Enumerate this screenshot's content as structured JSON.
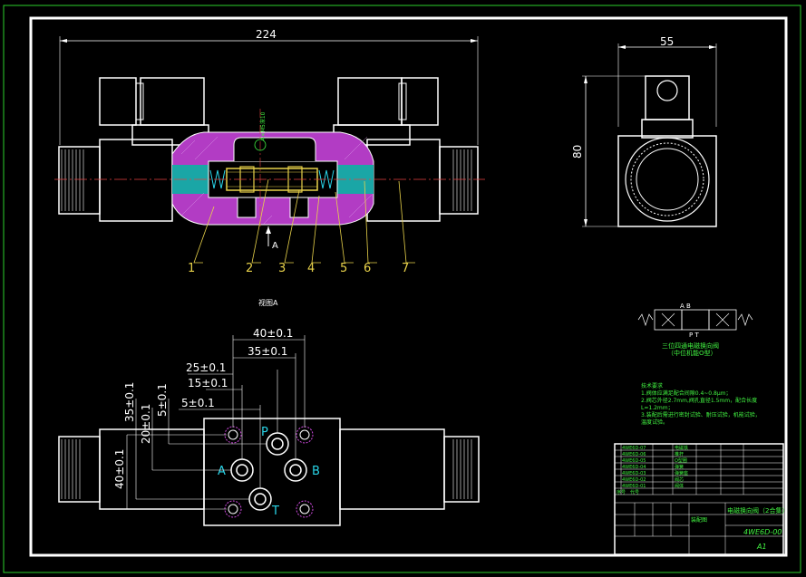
{
  "dimensions": {
    "overall_length": "224",
    "side_width": "55",
    "side_height": "80",
    "d40": "40±0.1",
    "d35": "35±0.1",
    "d25": "25±0.1",
    "d15": "15±0.1",
    "d5": "5±0.1",
    "v35": "35±0.1",
    "v20": "20±0.1",
    "v5": "5±0.1",
    "v40": "40±0.1"
  },
  "callouts": [
    "1",
    "2",
    "3",
    "4",
    "5",
    "6",
    "7"
  ],
  "view_a_label": "视图A",
  "arrow_a_label": "A",
  "thread_note": "4×M5深10",
  "ports": {
    "p": "P",
    "a": "A",
    "b": "B",
    "t": "T"
  },
  "symbol": {
    "ab": "A  B",
    "pt": "P  T",
    "caption1": "三位四通电磁换向阀",
    "caption2": "（中位机能O型）"
  },
  "tech_req": {
    "title": "技术要求",
    "l1": "1.阀体应满足配合间隙0.4~0.8μm；",
    "l2": "2.阀芯外径2.7mm,阀孔直径1.5mm，配合长度",
    "l3": "L=1.2mm；",
    "l4": "3.装配后需进行密封试验、耐压试验，机能试验，",
    "l5": "温度试验。"
  },
  "title_block": {
    "parts": [
      {
        "code": "4WE6D-07",
        "name": "电磁铁"
      },
      {
        "code": "4WE6D-06",
        "name": "推杆"
      },
      {
        "code": "4WE6D-05",
        "name": "O型圈"
      },
      {
        "code": "4WE6D-04",
        "name": "弹簧"
      },
      {
        "code": "4WE6D-03",
        "name": "弹簧座"
      },
      {
        "code": "4WE6D-02",
        "name": "阀芯"
      },
      {
        "code": "4WE6D-01",
        "name": "阀体"
      }
    ],
    "header_seq": "序号",
    "header_code": "代号",
    "title": "电磁换向阀（2合集）",
    "drawing_no": "4WE6D-00",
    "sheet": "A1",
    "company": "装配图"
  }
}
